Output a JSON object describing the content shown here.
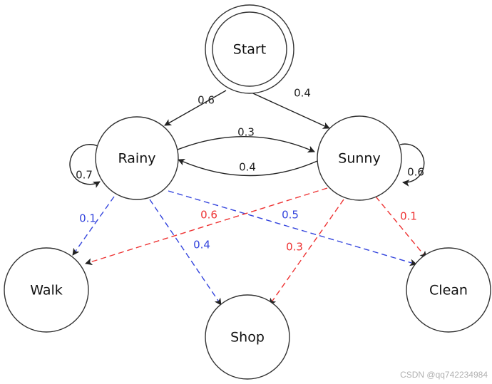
{
  "colors": {
    "transition": "#222222",
    "rainy_emission": "#3344dd",
    "sunny_emission": "#ee3333",
    "node_stroke": "#333333"
  },
  "nodes": {
    "start": "Start",
    "rainy": "Rainy",
    "sunny": "Sunny",
    "walk": "Walk",
    "shop": "Shop",
    "clean": "Clean"
  },
  "edges": {
    "start_rainy": "0.6",
    "start_sunny": "0.4",
    "rainy_sunny": "0.3",
    "sunny_rainy": "0.4",
    "rainy_rainy": "0.7",
    "sunny_sunny": "0.6",
    "rainy_walk": "0.1",
    "rainy_shop": "0.4",
    "rainy_clean": "0.5",
    "sunny_walk": "0.6",
    "sunny_shop": "0.3",
    "sunny_clean": "0.1"
  },
  "watermark": "CSDN @qq742234984"
}
